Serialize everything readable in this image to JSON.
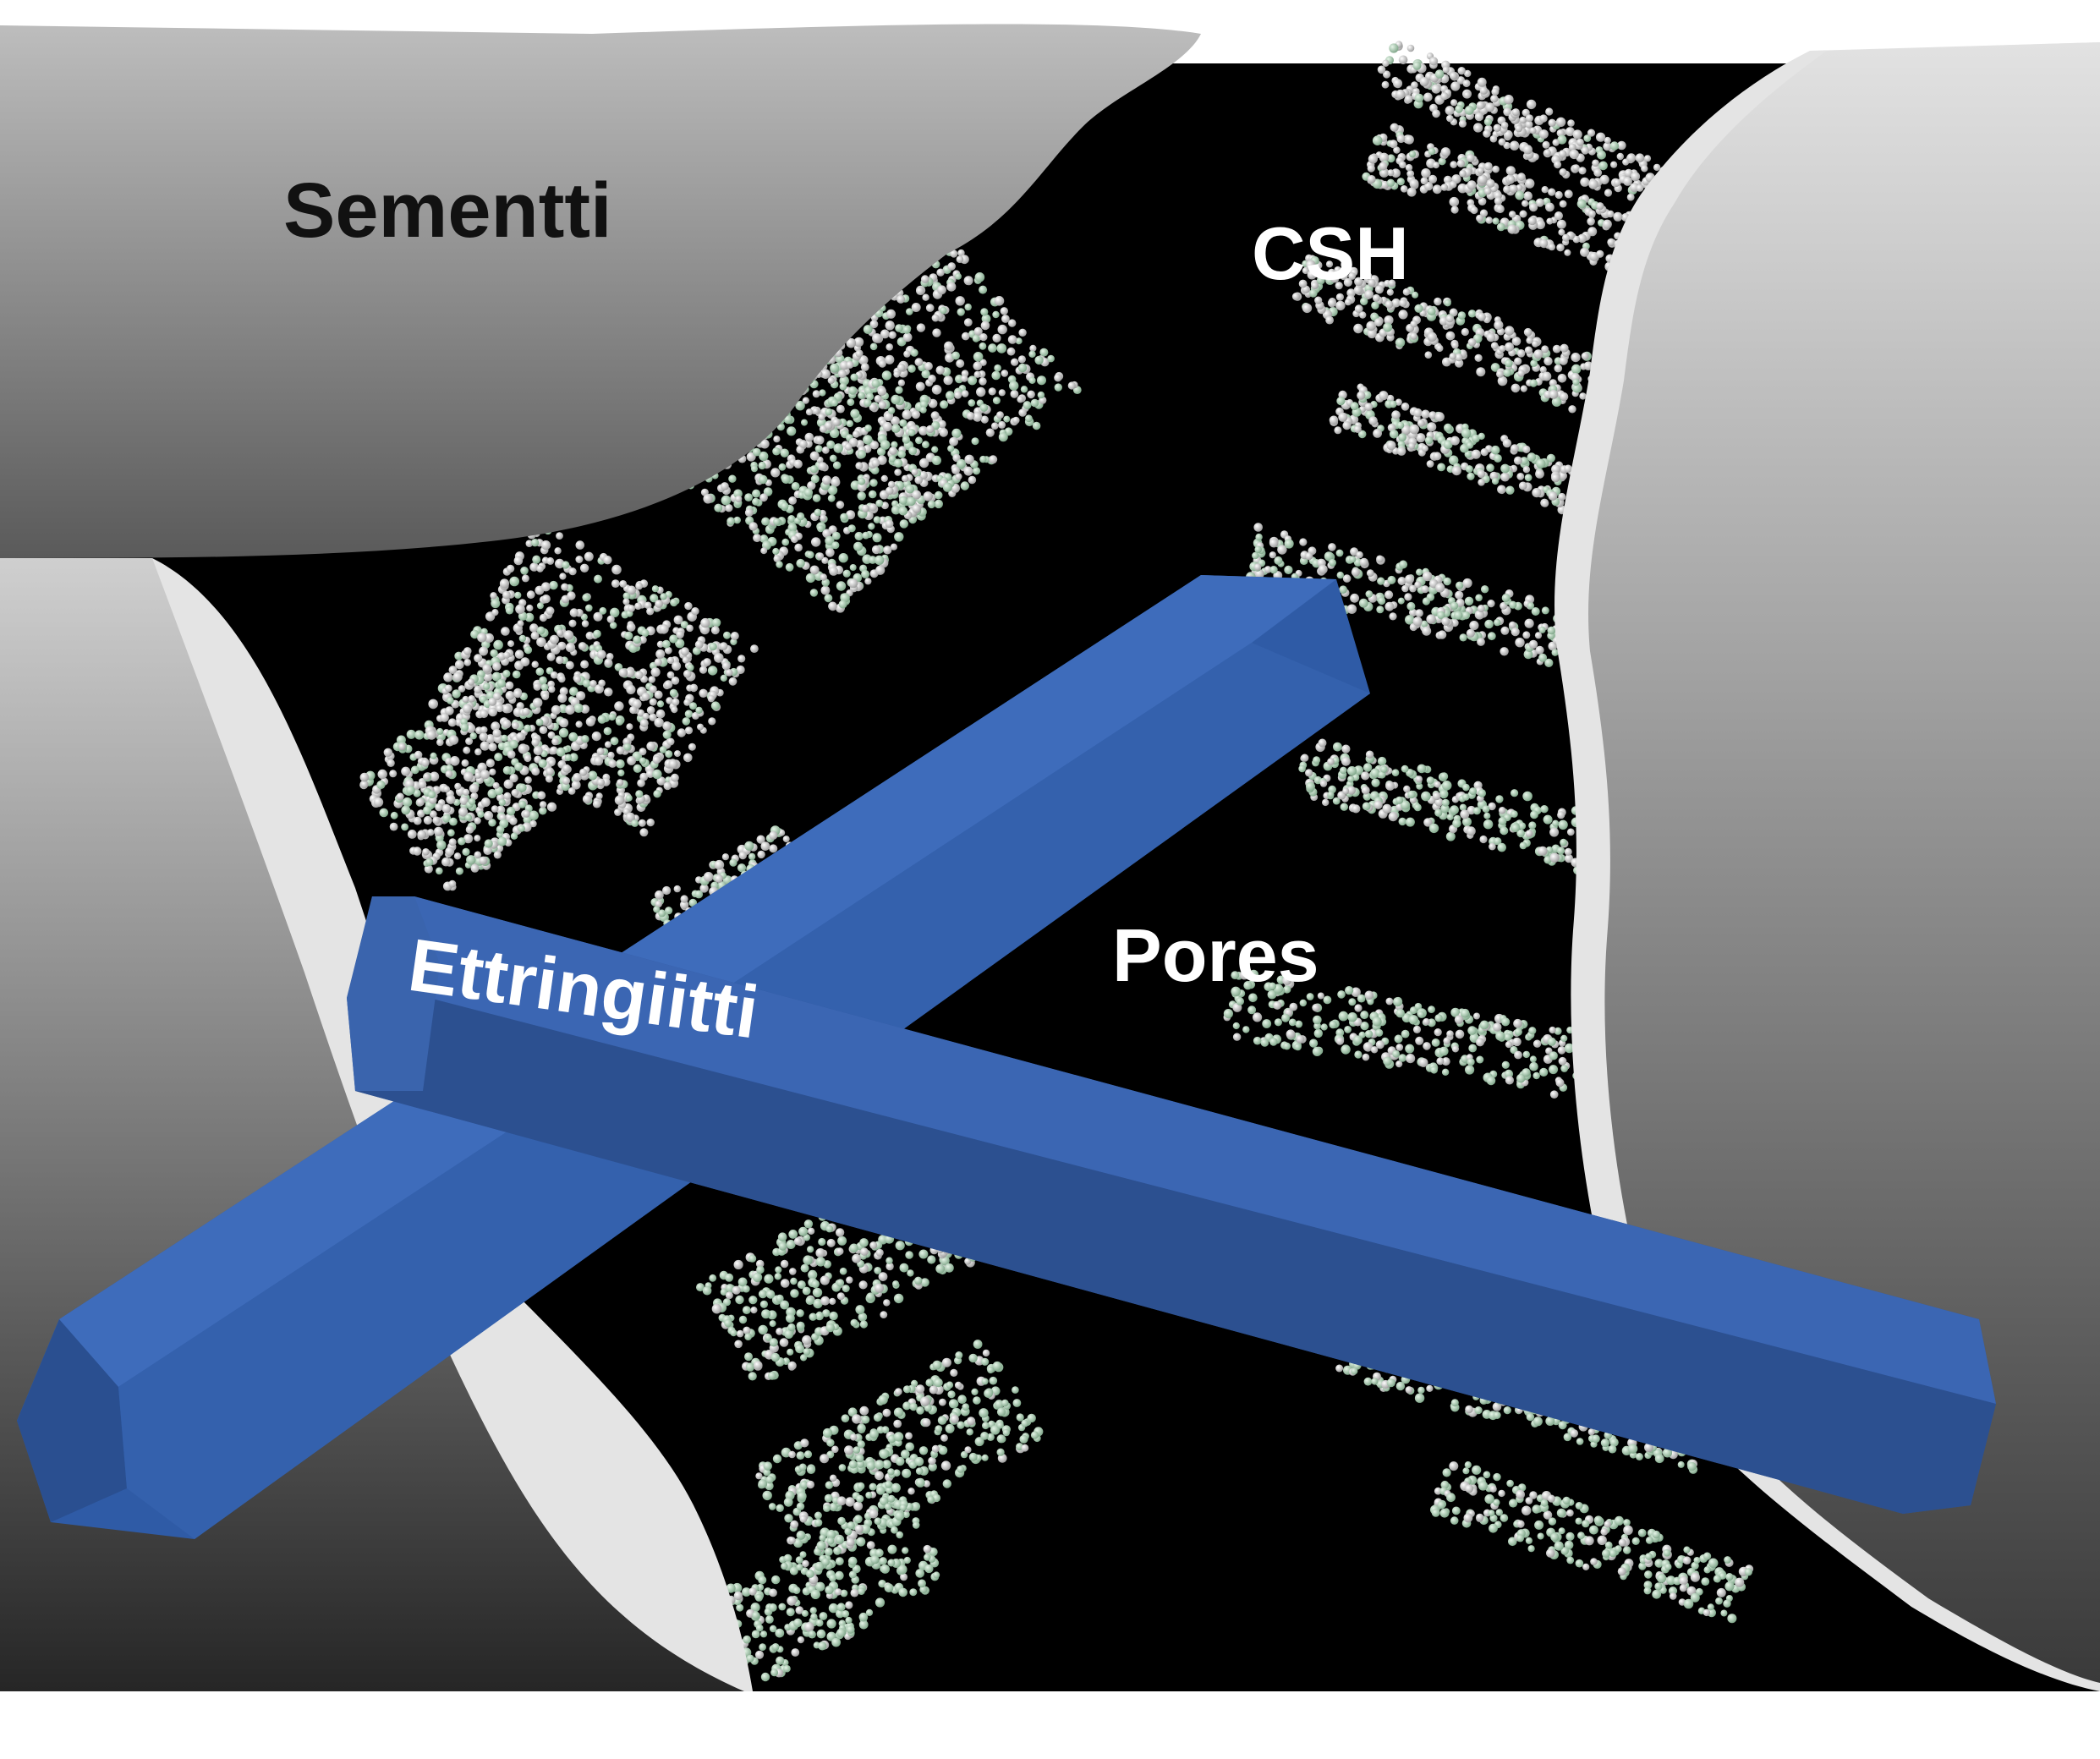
{
  "labels": {
    "cement": "Sementti",
    "csh": "CSH",
    "pores": "Pores",
    "ettringite": "Ettringiitti"
  },
  "colors": {
    "background": "#ffffff",
    "pore_space": "#000000",
    "cement_light": "#cfcfcf",
    "cement_dark": "#2b2b2b",
    "cement_edge": "#e4e4e4",
    "ettringite_face": "#3a67b2",
    "ettringite_dark": "#2c4f8f",
    "ettringite_edge": "#243f73",
    "csh_white": "#f4f4f4",
    "csh_green": "#c9e3cf",
    "label_dark": "#111111",
    "label_light": "#ffffff"
  },
  "icons": {
    "cement_grain": "cement-grain-icon",
    "csh_particles": "csh-particle-cluster-icon",
    "ettringite_needle": "hexagonal-needle-icon"
  }
}
